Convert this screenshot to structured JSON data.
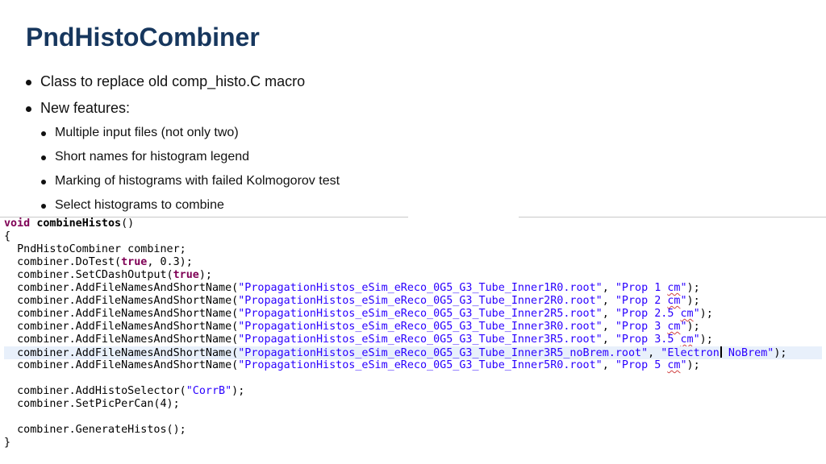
{
  "title": "PndHistoCombiner",
  "bullets": [
    "Class to replace old comp_histo.C macro",
    "New features:"
  ],
  "sub_bullets": [
    "Multiple input files (not only two)",
    "Short names for histogram legend",
    "Marking of histograms with failed Kolmogorov test",
    "Select histograms to combine"
  ],
  "code": {
    "void_kw": "void",
    "func_name": "combineHistos",
    "parens": "()",
    "open_brace": "{",
    "close_brace": "}",
    "decl": "  PndHistoCombiner combiner;",
    "dotest_pre": "  combiner.DoTest(",
    "true_kw": "true",
    "dotest_post": ", 0.3);",
    "dash_pre": "  combiner.SetCDashOutput(",
    "dash_post": ");",
    "add_pre": "  combiner.AddFileNamesAndShortName(",
    "sep": ", ",
    "end": ");",
    "files": [
      {
        "file": "\"PropagationHistos_eSim_eReco_0G5_G3_Tube_Inner1R0.root\"",
        "name_pre": "\"Prop 1 ",
        "unit": "cm",
        "name_post": "\""
      },
      {
        "file": "\"PropagationHistos_eSim_eReco_0G5_G3_Tube_Inner2R0.root\"",
        "name_pre": "\"Prop 2 ",
        "unit": "cm",
        "name_post": "\""
      },
      {
        "file": "\"PropagationHistos_eSim_eReco_0G5_G3_Tube_Inner2R5.root\"",
        "name_pre": "\"Prop 2.5 ",
        "unit": "cm",
        "name_post": "\""
      },
      {
        "file": "\"PropagationHistos_eSim_eReco_0G5_G3_Tube_Inner3R0.root\"",
        "name_pre": "\"Prop 3 ",
        "unit": "cm",
        "name_post": "\""
      },
      {
        "file": "\"PropagationHistos_eSim_eReco_0G5_G3_Tube_Inner3R5.root\"",
        "name_pre": "\"Prop 3.5 ",
        "unit": "cm",
        "name_post": "\""
      },
      {
        "file": "\"PropagationHistos_eSim_eReco_0G5_G3_Tube_Inner3R5_noBrem.root\"",
        "name_pre": "\"Electron",
        "unit": "",
        "name_post": " NoBrem\""
      },
      {
        "file": "\"PropagationHistos_eSim_eReco_0G5_G3_Tube_Inner5R0.root\"",
        "name_pre": "\"Prop 5 ",
        "unit": "cm",
        "name_post": "\""
      }
    ],
    "selector_pre": "  combiner.AddHistoSelector(",
    "selector_arg": "\"CorrB\"",
    "selector_post": ");",
    "picpercan": "  combiner.SetPicPerCan(4);",
    "generate": "  combiner.GenerateHistos();"
  }
}
